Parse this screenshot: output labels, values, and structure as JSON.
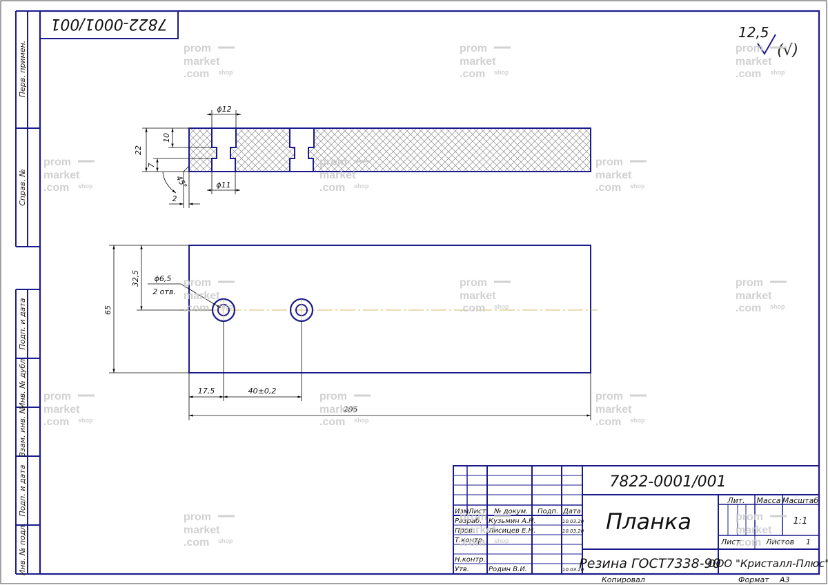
{
  "drawing": {
    "number": "7822-0001/001",
    "number_rotated": "7822-0001/001",
    "roughness": "12,5",
    "name": "Планка",
    "material": "Резина ГОСТ7338-90",
    "organization": "ООО \"Кристалл-Плюс\"",
    "scale": "1:1",
    "sheet_label": "Лист",
    "sheets_label": "Листов",
    "sheets_value": "1",
    "copied_label": "Копировал",
    "format_label": "Формат",
    "format_value": "А3"
  },
  "side_labels": {
    "perv_primen": "Перв. примен.",
    "sprav_no": "Справ. №",
    "podp_data_1": "Подп. и дата",
    "inv_dubl": "Инв. № дубл.",
    "vzam_inv": "Взам. инв. №",
    "podp_data_2": "Подп. и дата",
    "inv_podl": "Инв. № подл."
  },
  "title_block": {
    "headers": {
      "izm": "Изм.",
      "list": "Лист",
      "doc": "№ докум.",
      "podp": "Подп.",
      "data": "Дата"
    },
    "lit": "Лит.",
    "massa": "Масса",
    "masshtab": "Масштаб",
    "rows": [
      {
        "role": "Разраб.",
        "name": "Кузьмин А.Н.",
        "date": "10.03.20"
      },
      {
        "role": "Пров.",
        "name": "Лисицев Е.Н.",
        "date": "10.03.20"
      },
      {
        "role": "Т.контр.",
        "name": "",
        "date": ""
      },
      {
        "role": "",
        "name": "",
        "date": ""
      },
      {
        "role": "Н.контр.",
        "name": "",
        "date": ""
      },
      {
        "role": "Утв.",
        "name": "Родин В.И.",
        "date": "10.03.20"
      }
    ]
  },
  "dimensions": {
    "d12": "ϕ12",
    "d11": "ϕ11",
    "h10": "10",
    "h22": "22",
    "h7": "7",
    "chamfer_angle": "45°",
    "c2": "2",
    "h65": "65",
    "h32_5": "32,5",
    "d6_5": "ϕ6,5",
    "holes": "2 отв.",
    "x17_5": "17,5",
    "x40": "40±0,2",
    "l205": "205"
  },
  "watermark": {
    "line1": "prom",
    "line2": "market",
    "line3": ".com",
    "suffix": "shop"
  },
  "colors": {
    "frame": "#1a1a8c",
    "dim": "#000000",
    "hatch": "#8b8b8b",
    "axis": "#d8b46a",
    "watermark": "#c9c9c9"
  }
}
